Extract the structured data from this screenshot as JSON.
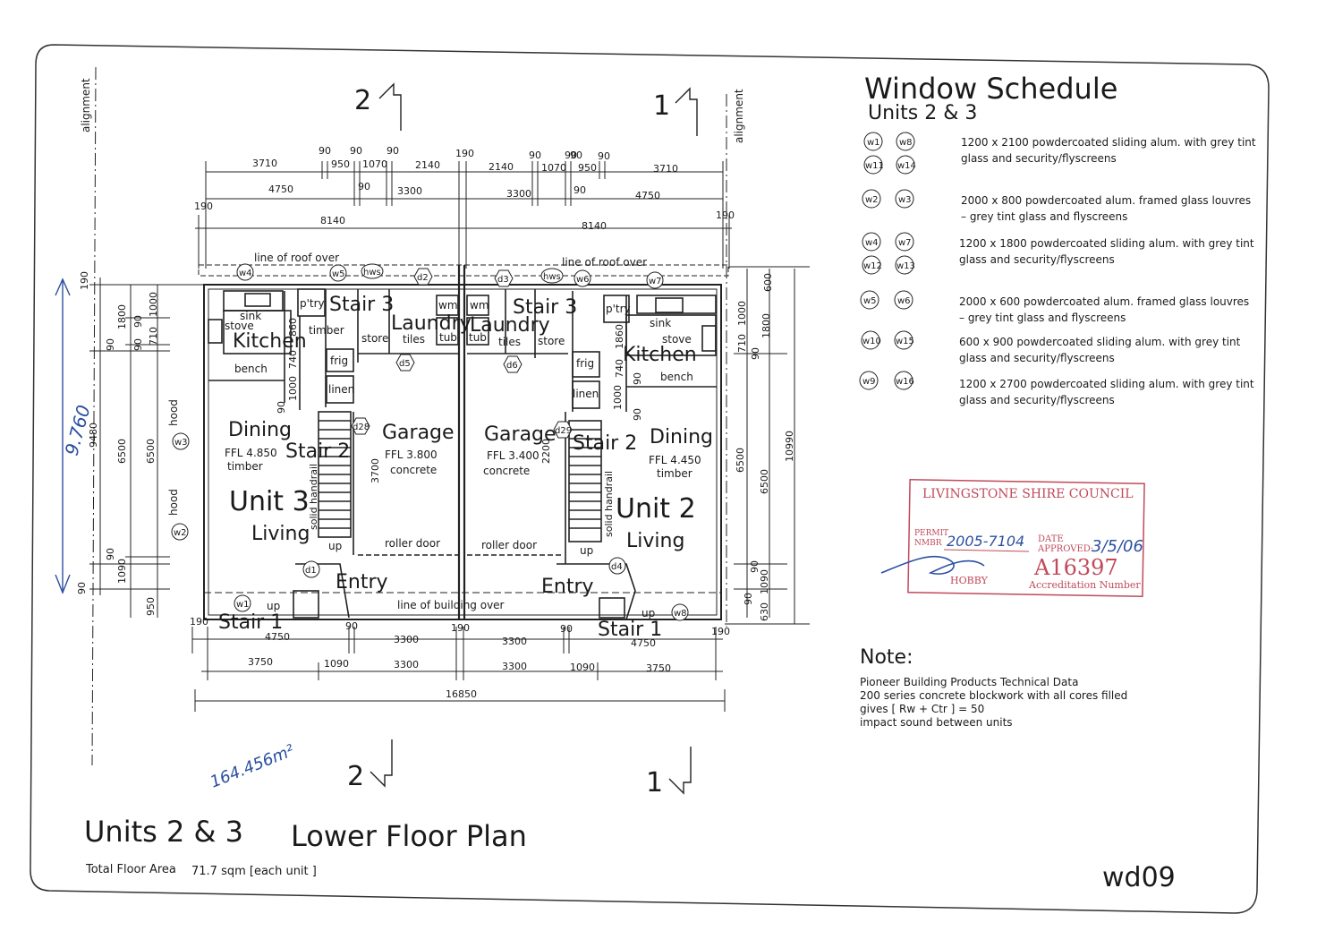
{
  "sheet": {
    "title": "Units 2 & 3",
    "subtitle": "Lower Floor Plan",
    "floor_area_label": "Total Floor Area",
    "floor_area_value": "71.7 sqm [each unit ]",
    "drawing_number": "wd09",
    "handwritten_area": "164.456m²",
    "handwritten_height": "9.760"
  },
  "sections": {
    "left_top": "2",
    "right_top": "1",
    "left_bottom": "2",
    "right_bottom": "1"
  },
  "alignment": {
    "left": "alignment",
    "right": "alignment"
  },
  "window_schedule": {
    "title": "Window Schedule",
    "subtitle": "Units 2 & 3",
    "rows": [
      {
        "tags": [
          "w1",
          "w8",
          "w11",
          "w14"
        ],
        "line1": "1200 x 2100 powdercoated sliding alum. with grey tint",
        "line2": "glass and security/flyscreens"
      },
      {
        "tags": [
          "w2",
          "w3"
        ],
        "line1": "2000 x 800 powdercoated alum. framed glass louvres",
        "line2": "– grey tint glass and flyscreens"
      },
      {
        "tags": [
          "w4",
          "w7",
          "w12",
          "w13"
        ],
        "line1": "1200 x 1800 powdercoated sliding alum. with grey tint",
        "line2": "glass and security/flyscreens"
      },
      {
        "tags": [
          "w5",
          "w6"
        ],
        "line1": "2000 x 600 powdercoated alum. framed glass louvres",
        "line2": "– grey tint glass and flyscreens"
      },
      {
        "tags": [
          "w10",
          "w15"
        ],
        "line1": "600 x 900 powdercoated sliding alum. with grey tint",
        "line2": "glass and security/flyscreens"
      },
      {
        "tags": [
          "w9",
          "w16"
        ],
        "line1": "1200 x 2700 powdercoated sliding alum. with grey tint",
        "line2": "glass and security/flyscreens"
      }
    ]
  },
  "stamp": {
    "council": "LIVINGSTONE SHIRE COUNCIL",
    "permit_label": "PERMIT",
    "permit_label2": "NMBR",
    "permit_value": "2005-7104",
    "date_label": "DATE",
    "date_label2": "APPROVED:",
    "date_value": "3/5/06",
    "accreditation": "A16397",
    "accreditation_label": "Accreditation Number",
    "signer": "HOBBY"
  },
  "note": {
    "title": "Note:",
    "lines": [
      "Pioneer Building Products Technical Data",
      "200 series concrete blockwork with all cores filled",
      "gives [ Rw + Ctr ] = 50",
      "impact sound between units"
    ]
  },
  "rooms": {
    "u3_kitchen": "Kitchen",
    "u3_sink": "sink",
    "u3_stove": "stove",
    "u3_bench": "bench",
    "u3_pantry": "p'try",
    "u3_timber": "timber",
    "u3_frig": "frig",
    "u3_linen": "linen",
    "u3_stair3": "Stair 3",
    "u3_laundry": "Laundry",
    "u3_wm": "wm",
    "u3_tub": "tub",
    "u3_store": "store",
    "u3_tiles": "tiles",
    "u3_dining": "Dining",
    "u3_dining_ffl": "FFL 4.850",
    "u3_dining_floor": "timber",
    "u3_stair2": "Stair 2",
    "u3_unit": "Unit 3",
    "u3_living": "Living",
    "u3_garage": "Garage",
    "u3_garage_ffl": "FFL 3.800",
    "u3_garage_floor": "concrete",
    "u3_handrail": "solid handrail",
    "u3_up": "up",
    "u3_roller": "roller door",
    "u3_entry": "Entry",
    "u3_stair1": "Stair 1",
    "u3_up2": "up",
    "u3_hood1": "hood",
    "u3_hood2": "hood",
    "u2_kitchen": "Kitchen",
    "u2_sink": "sink",
    "u2_stove": "stove",
    "u2_bench": "bench",
    "u2_pantry": "p'try",
    "u2_frig": "frig",
    "u2_linen": "linen",
    "u2_stair3": "Stair 3",
    "u2_laundry": "Laundry",
    "u2_wm": "wm",
    "u2_tub": "tub",
    "u2_store": "store",
    "u2_tiles": "tiles",
    "u2_dining": "Dining",
    "u2_dining_ffl": "FFL 4.450",
    "u2_dining_floor": "timber",
    "u2_stair2": "Stair 2",
    "u2_unit": "Unit 2",
    "u2_living": "Living",
    "u2_garage": "Garage",
    "u2_garage_ffl": "FFL 3.400",
    "u2_garage_floor": "concrete",
    "u2_handrail": "solid handrail",
    "u2_up": "up",
    "u2_roller": "roller door",
    "u2_entry": "Entry",
    "u2_stair1": "Stair 1",
    "u2_up2": "up",
    "roof_left": "line of roof over",
    "roof_right": "line of roof over",
    "building_over": "line of building over"
  },
  "tags": {
    "w4": "w4",
    "w5": "w5",
    "hws_l": "hws",
    "d2": "d2",
    "d3": "d3",
    "hws_r": "hws",
    "w6": "w6",
    "w7": "w7",
    "d5": "d5",
    "d6": "d6",
    "d28": "d28",
    "d29": "d29",
    "w3": "w3",
    "w2": "w2",
    "d1": "d1",
    "d4": "d4",
    "w1": "w1",
    "w8": "w8"
  },
  "dims_top": {
    "a1": "90",
    "a2": "90",
    "a3": "90",
    "a4": "190",
    "a5": "90",
    "a6": "90",
    "a7": "90",
    "a8": "90",
    "b1": "3710",
    "b2": "950",
    "b3": "1070",
    "b4": "2140",
    "b5": "2140",
    "b6": "1070",
    "b7": "950",
    "b8": "3710",
    "c1": "4750",
    "c2": "90",
    "c3": "3300",
    "c4": "3300",
    "c5": "90",
    "c6": "4750",
    "d0": "190",
    "d1": "8140",
    "d2": "8140",
    "d3": "190"
  },
  "dims_bottom": {
    "a0": "190",
    "a1": "4750",
    "a2": "90",
    "a3": "3300",
    "a4": "190",
    "a5": "3300",
    "a6": "90",
    "a7": "4750",
    "a8": "190",
    "b1": "3750",
    "b2": "1090",
    "b3": "3300",
    "b4": "3300",
    "b5": "1090",
    "b6": "3750",
    "c1": "16850"
  },
  "dims_left": {
    "a1": "190",
    "a2": "1800",
    "a3": "90",
    "a4": "6500",
    "a5": "90",
    "a6": "1090",
    "a7": "90",
    "b1": "9480",
    "b2": "90",
    "b3": "1000",
    "b4": "710",
    "b5": "90",
    "b6": "6500",
    "b7": "950",
    "c1": "860",
    "c2": "740",
    "c3": "1000",
    "c4": "90",
    "c5": "3700"
  },
  "dims_right": {
    "a1": "600",
    "a2": "1000",
    "a3": "1800",
    "a4": "710",
    "a5": "90",
    "a6": "6500",
    "a7": "6500",
    "a8": "90",
    "a9": "1090",
    "a10": "90",
    "a11": "630",
    "a12": "10990",
    "c1": "1860",
    "c2": "740",
    "c3": "1000",
    "c4": "90",
    "c5": "90",
    "c6": "2200"
  }
}
